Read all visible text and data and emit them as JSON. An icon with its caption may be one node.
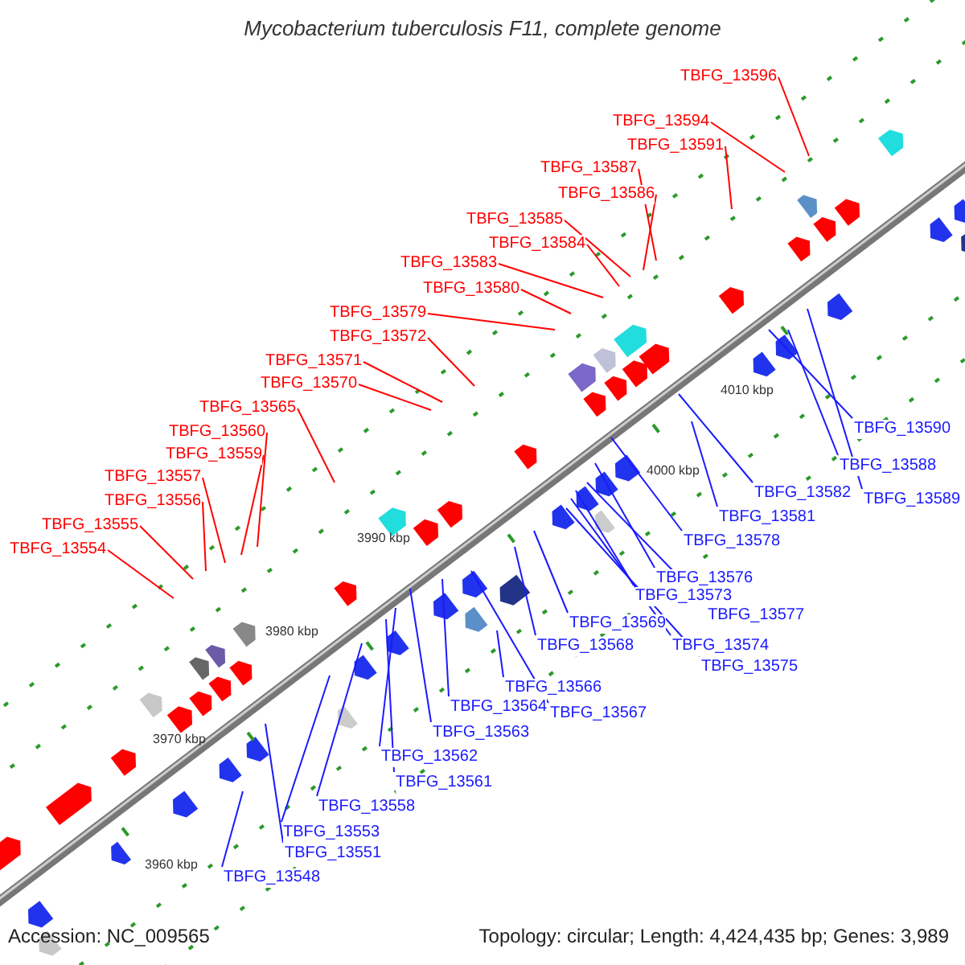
{
  "diagram": {
    "title": "Mycobacterium tuberculosis F11, complete genome",
    "nodes": [
      {
        "text": [
          "TBFG_13596"
        ]
      },
      {
        "text": [
          "TBFG_13594"
        ]
      },
      {
        "text": [
          "TBFG_13591"
        ]
      },
      {
        "text": [
          "TBFG_13587"
        ]
      },
      {
        "text": [
          "TBFG_13586"
        ]
      },
      {
        "text": [
          "TBFG_13585"
        ]
      },
      {
        "text": [
          "TBFG_13584"
        ]
      },
      {
        "text": [
          "TBFG_13583"
        ]
      },
      {
        "text": [
          "TBFG_13580"
        ]
      },
      {
        "text": [
          "TBFG_13579"
        ]
      },
      {
        "text": [
          "TBFG_13572"
        ]
      },
      {
        "text": [
          "TBFG_13571"
        ]
      },
      {
        "text": [
          "TBFG_13570"
        ]
      },
      {
        "text": [
          "TBFG_13565"
        ]
      },
      {
        "text": [
          "TBFG_13560"
        ]
      },
      {
        "text": [
          "TBFG_13559"
        ]
      },
      {
        "text": [
          "TBFG_13557"
        ]
      },
      {
        "text": [
          "TBFG_13556"
        ]
      },
      {
        "text": [
          "TBFG_13555"
        ]
      },
      {
        "text": [
          "TBFG_13554"
        ]
      },
      {
        "text": [
          "TBFG_13590"
        ]
      },
      {
        "text": [
          "TBFG_13588"
        ]
      },
      {
        "text": [
          "TBFG_13589"
        ]
      },
      {
        "text": [
          "TBFG_13582"
        ]
      },
      {
        "text": [
          "TBFG_13581"
        ]
      },
      {
        "text": [
          "TBFG_13578"
        ]
      },
      {
        "text": [
          "TBFG_13576"
        ]
      },
      {
        "text": [
          "TBFG_13577"
        ]
      },
      {
        "text": [
          "TBFG_13573"
        ]
      },
      {
        "text": [
          "TBFG_13574"
        ]
      },
      {
        "text": [
          "TBFG_13575"
        ]
      },
      {
        "text": [
          "TBFG_13569"
        ]
      },
      {
        "text": [
          "TBFG_13568"
        ]
      },
      {
        "text": [
          "TBFG_13566"
        ]
      },
      {
        "text": [
          "TBFG_13567"
        ]
      },
      {
        "text": [
          "TBFG_13564"
        ]
      },
      {
        "text": [
          "TBFG_13563"
        ]
      },
      {
        "text": [
          "TBFG_13562"
        ]
      },
      {
        "text": [
          "TBFG_13561"
        ]
      },
      {
        "text": [
          "TBFG_13558"
        ]
      },
      {
        "text": [
          "TBFG_13553"
        ]
      },
      {
        "text": [
          "TBFG_13551"
        ]
      },
      {
        "text": [
          "TBFG_13548"
        ]
      }
    ],
    "edges": [
      {
        "from": 0,
        "to": null,
        "arrow": "none",
        "color": "#ff0000"
      },
      {
        "from": 1,
        "to": null,
        "arrow": "none",
        "color": "#ff0000"
      },
      {
        "from": 2,
        "to": null,
        "arrow": "none",
        "color": "#ff0000"
      },
      {
        "from": 3,
        "to": null,
        "arrow": "none",
        "color": "#ff0000"
      },
      {
        "from": 4,
        "to": null,
        "arrow": "none",
        "color": "#ff0000"
      },
      {
        "from": 5,
        "to": null,
        "arrow": "none",
        "color": "#ff0000"
      },
      {
        "from": 6,
        "to": null,
        "arrow": "none",
        "color": "#ff0000"
      },
      {
        "from": 7,
        "to": null,
        "arrow": "none",
        "color": "#ff0000"
      },
      {
        "from": 8,
        "to": null,
        "arrow": "none",
        "color": "#ff0000"
      },
      {
        "from": 9,
        "to": null,
        "arrow": "none",
        "color": "#ff0000"
      },
      {
        "from": 10,
        "to": null,
        "arrow": "none",
        "color": "#ff0000"
      },
      {
        "from": 11,
        "to": null,
        "arrow": "none",
        "color": "#ff0000"
      },
      {
        "from": 12,
        "to": null,
        "arrow": "none",
        "color": "#ff0000"
      },
      {
        "from": 13,
        "to": null,
        "arrow": "none",
        "color": "#ff0000"
      },
      {
        "from": 14,
        "to": null,
        "arrow": "none",
        "color": "#ff0000"
      },
      {
        "from": 15,
        "to": null,
        "arrow": "none",
        "color": "#ff0000"
      },
      {
        "from": 16,
        "to": null,
        "arrow": "none",
        "color": "#ff0000"
      },
      {
        "from": 17,
        "to": null,
        "arrow": "none",
        "color": "#ff0000"
      },
      {
        "from": 18,
        "to": null,
        "arrow": "none",
        "color": "#ff0000"
      },
      {
        "from": 19,
        "to": null,
        "arrow": "none",
        "color": "#ff0000"
      },
      {
        "from": 20,
        "to": null,
        "arrow": "none"
      },
      {
        "from": 21,
        "to": null,
        "arrow": "none"
      },
      {
        "from": 22,
        "to": null,
        "arrow": "none"
      },
      {
        "from": 23,
        "to": null,
        "arrow": "none"
      },
      {
        "from": 24,
        "to": null,
        "arrow": "none"
      },
      {
        "from": 25,
        "to": null,
        "arrow": "none"
      },
      {
        "from": 26,
        "to": null,
        "arrow": "none"
      },
      {
        "from": 27,
        "to": null,
        "arrow": "none"
      },
      {
        "from": 28,
        "to": null,
        "arrow": "none"
      },
      {
        "from": 29,
        "to": null,
        "arrow": "none"
      },
      {
        "from": 30,
        "to": null,
        "arrow": "none"
      },
      {
        "from": 31,
        "to": null,
        "arrow": "none"
      },
      {
        "from": 32,
        "to": null,
        "arrow": "none"
      },
      {
        "from": 33,
        "to": null,
        "arrow": "none"
      },
      {
        "from": 34,
        "to": null,
        "arrow": "none"
      },
      {
        "from": 35,
        "to": null,
        "arrow": "none"
      },
      {
        "from": 36,
        "to": null,
        "arrow": "none"
      },
      {
        "from": 37,
        "to": null,
        "arrow": "none"
      },
      {
        "from": 38,
        "to": null,
        "arrow": "none"
      },
      {
        "from": 39,
        "to": null,
        "arrow": "none"
      },
      {
        "from": 40,
        "to": null,
        "arrow": "none"
      },
      {
        "from": 41,
        "to": null,
        "arrow": "none"
      },
      {
        "from": 42,
        "to": null,
        "arrow": "none"
      }
    ],
    "labels": [
      "4010 kbp",
      "4000 kbp",
      "3990 kbp",
      "3980 kbp",
      "3970 kbp",
      "3960 kbp",
      "Accession: NC_009565",
      "Topology: circular; Length: 4,424,435 bp; Genes: 3,989"
    ]
  }
}
